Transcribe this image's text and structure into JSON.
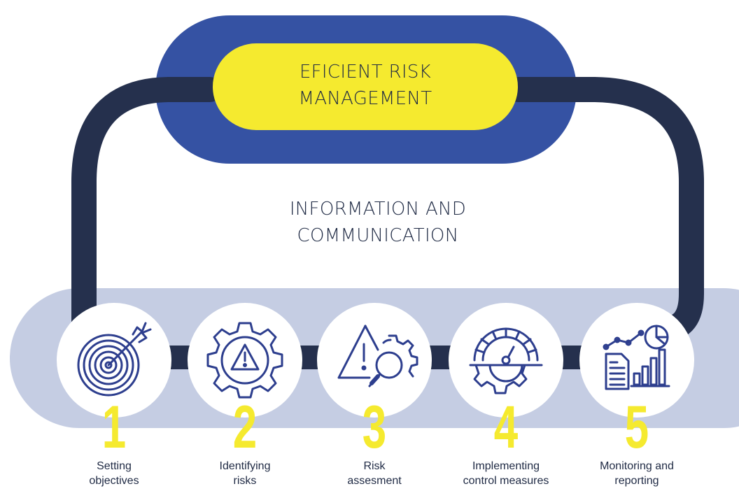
{
  "header": {
    "title_lines": [
      "EFICIENT RISK",
      "MANAGEMENT"
    ]
  },
  "center": {
    "title_lines": [
      "INFORMATION AND",
      "COMMUNICATION"
    ]
  },
  "steps": [
    {
      "number": "1",
      "label_lines": [
        "Setting",
        "objectives"
      ],
      "icon": "target-icon"
    },
    {
      "number": "2",
      "label_lines": [
        "Identifying",
        "risks"
      ],
      "icon": "gear-warning-icon"
    },
    {
      "number": "3",
      "label_lines": [
        "Risk",
        "assesment"
      ],
      "icon": "warning-magnifier-icon"
    },
    {
      "number": "4",
      "label_lines": [
        "Implementing",
        "control measures"
      ],
      "icon": "gauge-gear-icon"
    },
    {
      "number": "5",
      "label_lines": [
        "Monitoring and",
        "reporting"
      ],
      "icon": "report-chart-icon"
    }
  ],
  "colors": {
    "dark_navy": "#25304d",
    "royal_blue": "#3552a3",
    "yellow": "#f5ea2f",
    "light_blue": "#c5cde3",
    "icon_stroke": "#2d3e8e"
  }
}
